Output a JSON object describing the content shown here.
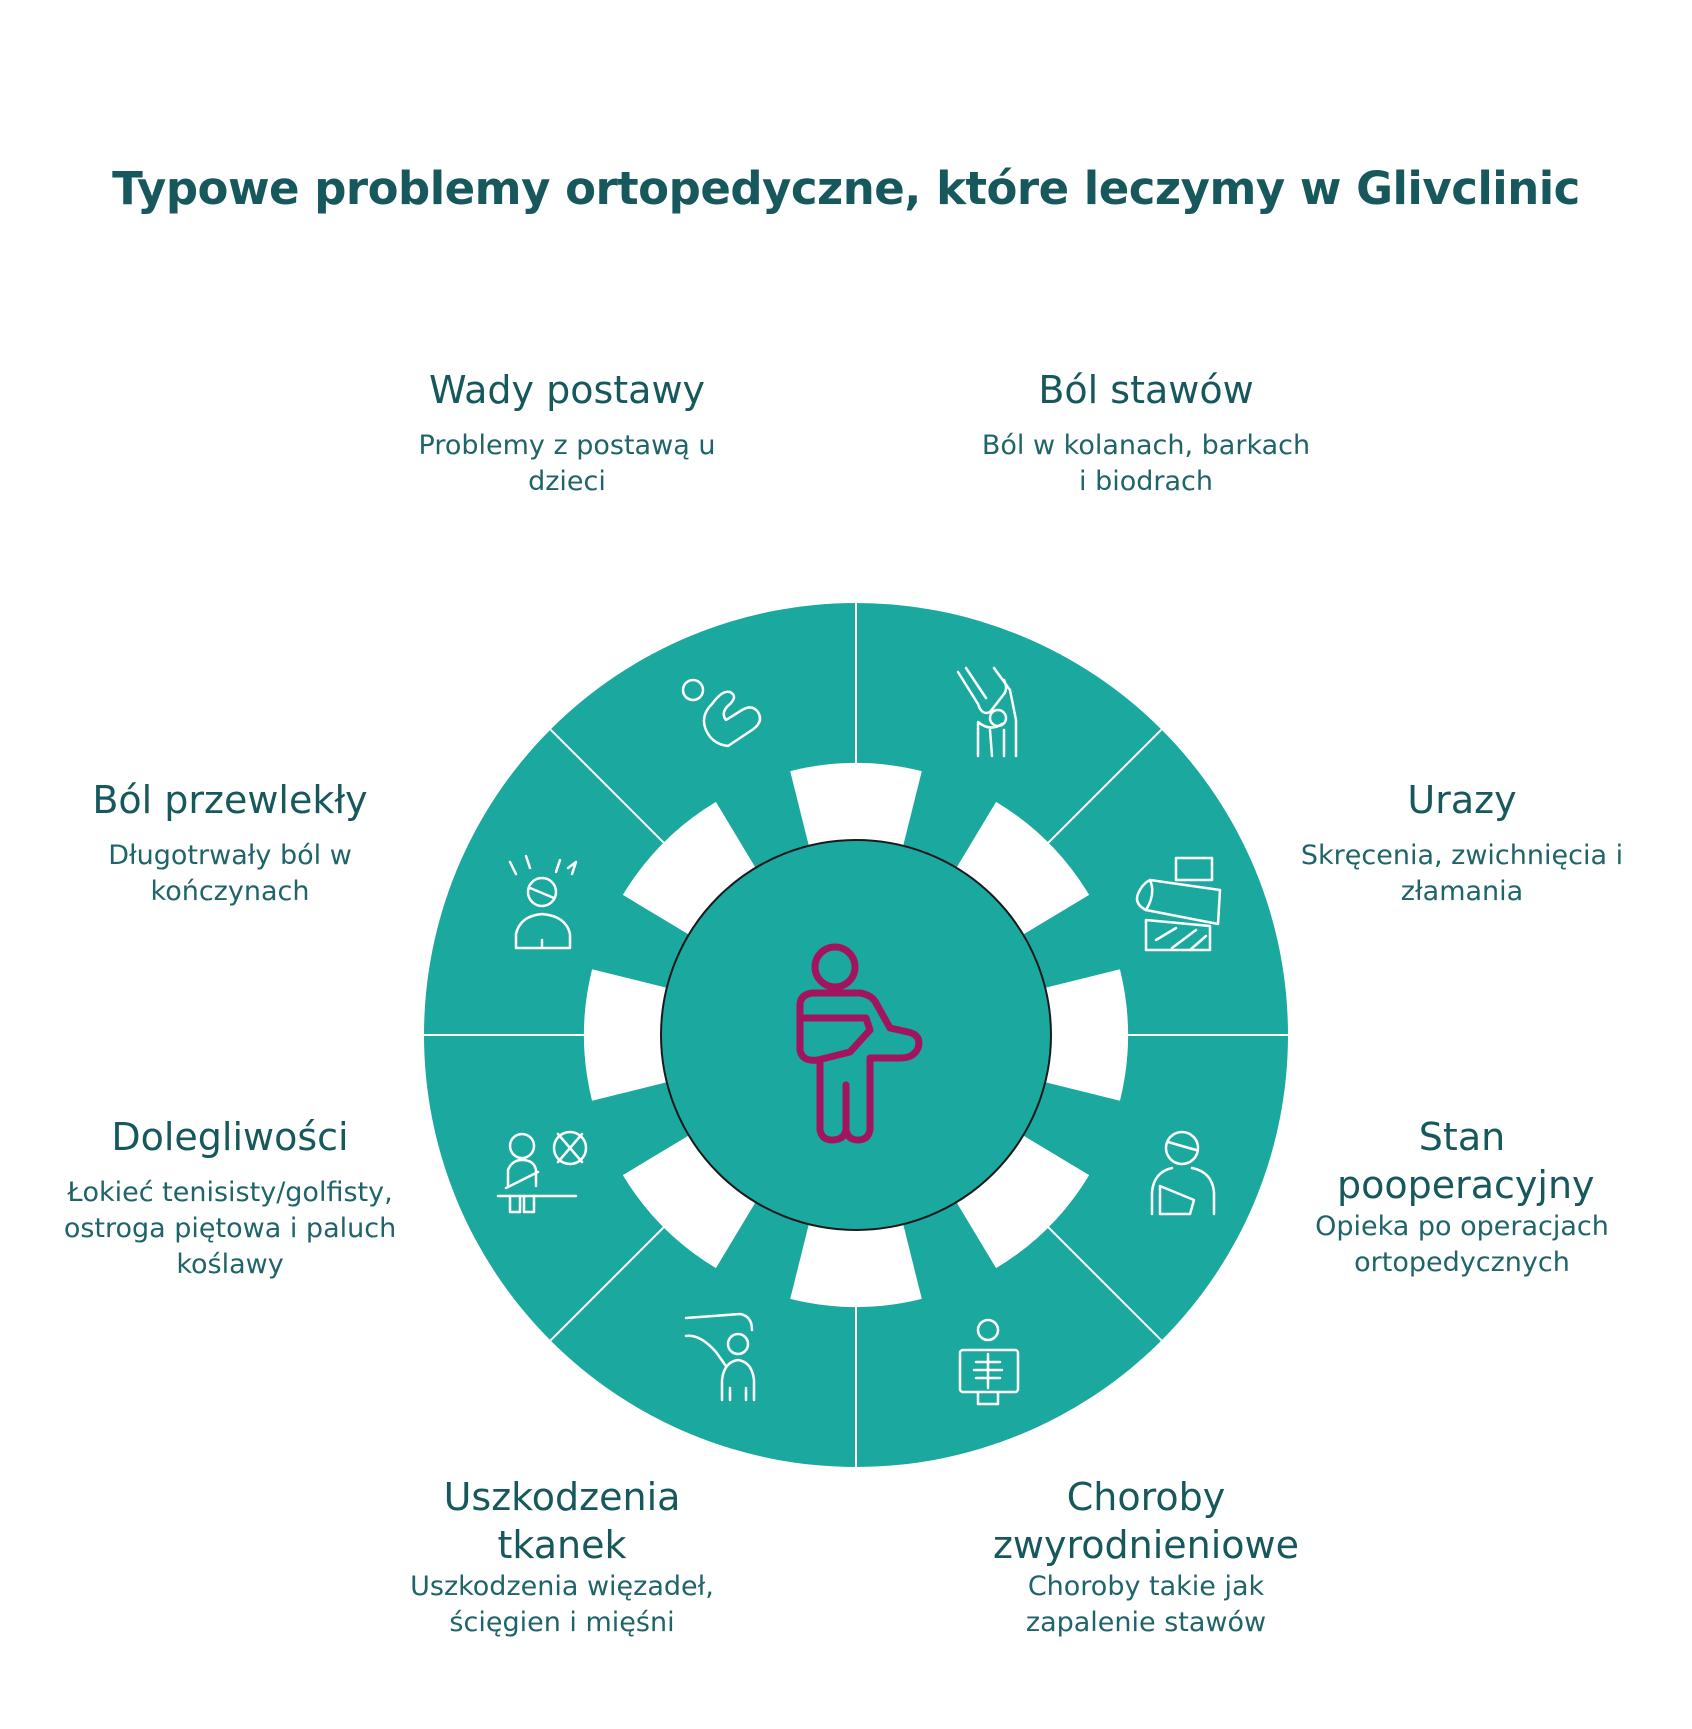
{
  "title": "Typowe problemy ortopedyczne, które leczymy w Glivclinic",
  "colors": {
    "title": "#16585c",
    "text": "#1f6468",
    "wheel": "#1ba99f",
    "icon": "#ffffff",
    "center_icon": "#a3145e"
  },
  "center": {
    "icon": "arm-sling-person-icon"
  },
  "segments": [
    {
      "title": "Wady postawy",
      "description": "Problemy z postawą u dzieci",
      "icon": "child-posture-icon"
    },
    {
      "title": "Ból stawów",
      "description": "Ból w kolanach, barkach i biodrach",
      "icon": "knee-joint-icon"
    },
    {
      "title": "Urazy",
      "description": "Skręcenia, zwichnięcia i złamania",
      "icon": "bandaged-limb-icon"
    },
    {
      "title": "Stan pooperacyjny",
      "description": "Opieka po operacjach ortopedycznych",
      "icon": "post-surgery-patient-icon"
    },
    {
      "title": "Choroby zwyrodnieniowe",
      "description": "Choroby takie jak zapalenie stawów",
      "icon": "xray-icon"
    },
    {
      "title": "Uszkodzenia tkanek",
      "description": "Uszkodzenia więzadeł, ścięgien i mięśni",
      "icon": "tissue-injury-icon"
    },
    {
      "title": "Dolegliwości",
      "description": "Łokieć tenisisty/golfisty, ostroga piętowa i paluch koślawy",
      "icon": "ailment-icon"
    },
    {
      "title": "Ból przewlekły",
      "description": "Długotrwały ból w kończynach",
      "icon": "chronic-pain-icon"
    }
  ]
}
